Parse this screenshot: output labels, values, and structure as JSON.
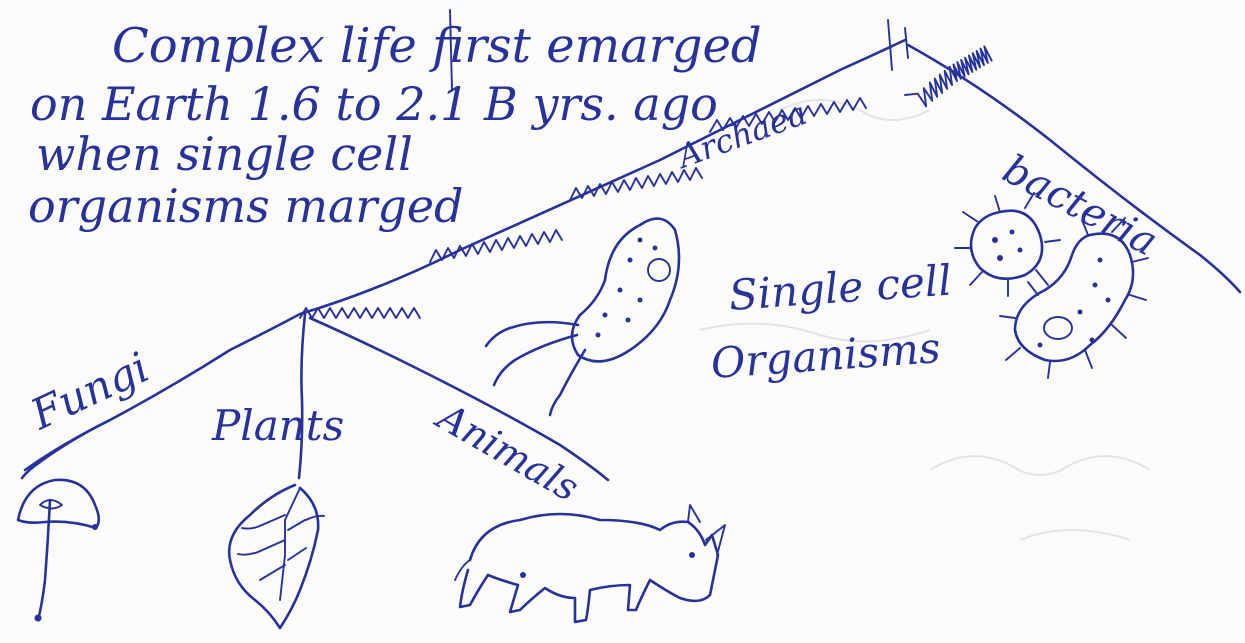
{
  "note": {
    "lines": [
      "Complex life first emarged",
      "on Earth 1.6 to 2.1 B yrs. ago",
      "when single cell",
      "organisms marged"
    ]
  },
  "tree": {
    "branches": {
      "archaea": "Archaea",
      "bacteria": "bacteria",
      "fungi": "Fungi",
      "plants": "Plants",
      "animals": "Animals"
    },
    "single_cell_label": [
      "Single cell",
      "Organisms"
    ]
  },
  "icons": {
    "fungi": "mushroom-icon",
    "plants": "leaf-icon",
    "animals": "rhino-icon",
    "archaea": "archaea-cell-icon",
    "bacteria": [
      "round-bacterium-icon",
      "rod-bacterium-icon"
    ]
  },
  "colors": {
    "ink": "#27329a",
    "paper": "#fbfbfa"
  }
}
